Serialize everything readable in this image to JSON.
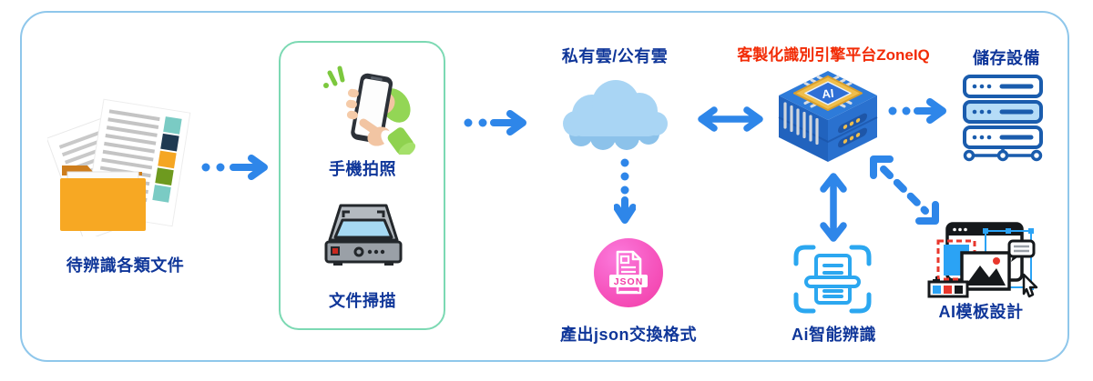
{
  "nodes": {
    "documents": {
      "label": "待辨識各類文件"
    },
    "phone": {
      "label": "手機拍照"
    },
    "scanner": {
      "label": "文件掃描"
    },
    "cloud": {
      "label": "私有雲/公有雲"
    },
    "json_output": {
      "label": "產出json交換格式",
      "badge": "JSON"
    },
    "engine": {
      "label": "客製化識別引擎平台ZoneIQ",
      "chip_badge": "AI"
    },
    "storage": {
      "label": "儲存設備"
    },
    "ai_recognition": {
      "label": "Ai智能辨識"
    },
    "ai_template": {
      "label": "AI模板設計"
    }
  },
  "colors": {
    "arrow": "#2E86E9",
    "label_navy": "#0F3699",
    "engine_label_red": "#F22B05",
    "outer_frame": "#8FC7EB",
    "inner_box": "#7CD9B3",
    "cloud_blue": "#A9D5F4",
    "json_pink": "#F23CA6",
    "folder_orange": "#F7A823",
    "storage_blue": "#1A5CAD",
    "scan_blue": "#2BA7F0"
  }
}
